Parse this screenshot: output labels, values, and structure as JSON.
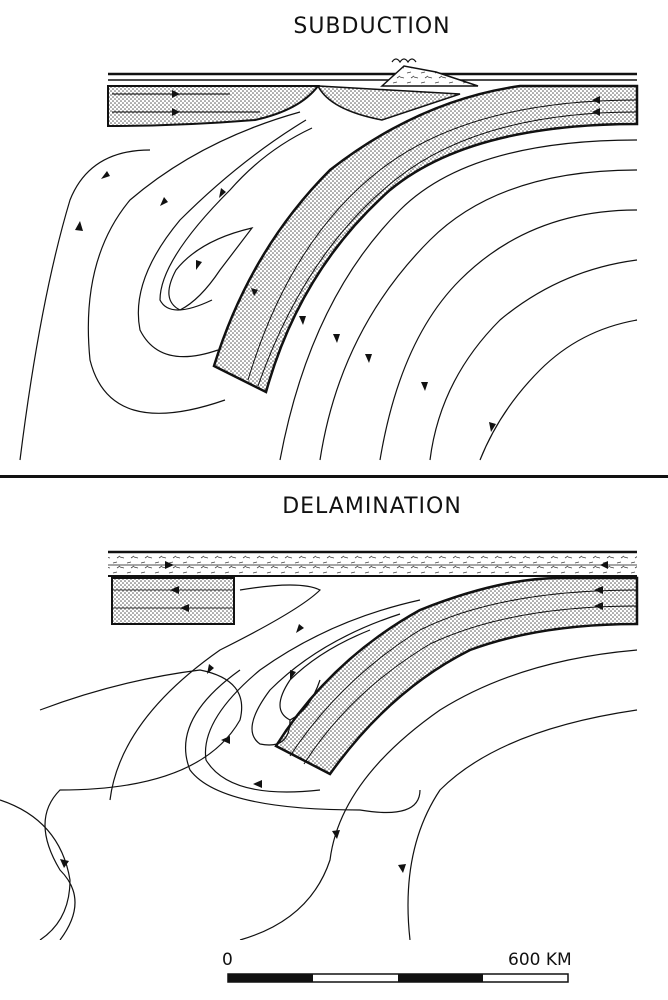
{
  "panels": {
    "top_title": "SUBDUCTION",
    "bottom_title": "DELAMINATION"
  },
  "scale_bar": {
    "start_label": "0",
    "end_label": "600 KM"
  },
  "colors": {
    "ink": "#111111",
    "paper": "#ffffff",
    "stipple": "#555555"
  }
}
